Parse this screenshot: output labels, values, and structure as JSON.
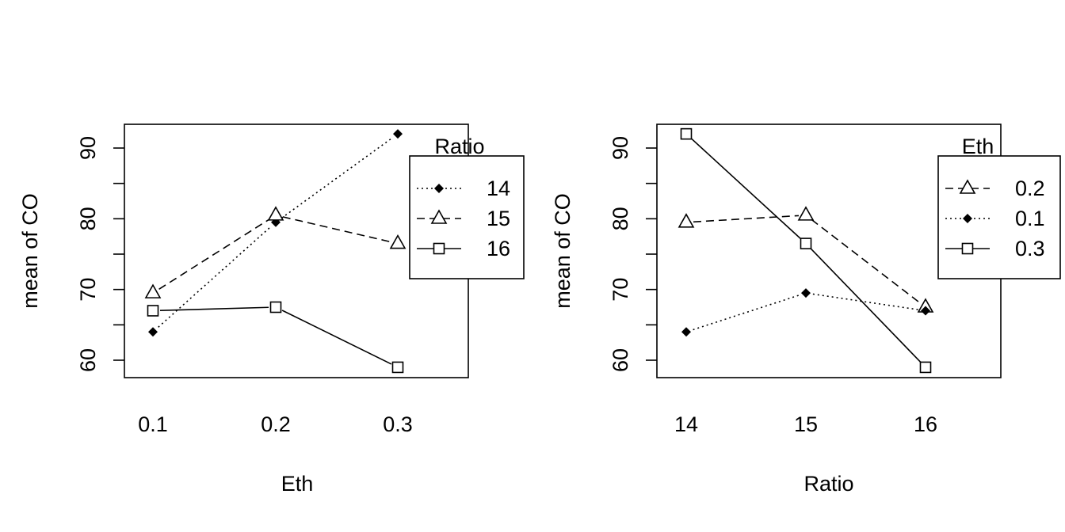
{
  "chart_data": [
    {
      "type": "line",
      "title": "",
      "xlabel": "Eth",
      "ylabel": "mean of  CO",
      "categories": [
        "0.1",
        "0.2",
        "0.3"
      ],
      "ylim": [
        57.5,
        93.5
      ],
      "yticks": [
        60,
        65,
        70,
        75,
        80,
        85,
        90
      ],
      "ytick_labels": [
        "60",
        "70",
        "80",
        "90"
      ],
      "legend": {
        "title": "Ratio",
        "placement": "top-right"
      },
      "series": [
        {
          "name": "14",
          "marker": "diamond",
          "linestyle": "dotted",
          "values": [
            64,
            79.5,
            92
          ]
        },
        {
          "name": "15",
          "marker": "triangle",
          "linestyle": "dashed",
          "values": [
            69.5,
            80.5,
            76.5
          ]
        },
        {
          "name": "16",
          "marker": "square",
          "linestyle": "solid",
          "values": [
            67,
            67.5,
            59
          ]
        }
      ]
    },
    {
      "type": "line",
      "title": "",
      "xlabel": "Ratio",
      "ylabel": "mean of  CO",
      "categories": [
        "14",
        "15",
        "16"
      ],
      "ylim": [
        57.5,
        93.5
      ],
      "yticks": [
        60,
        65,
        70,
        75,
        80,
        85,
        90
      ],
      "ytick_labels": [
        "60",
        "70",
        "80",
        "90"
      ],
      "legend": {
        "title": "Eth",
        "placement": "top-right"
      },
      "series": [
        {
          "name": "0.2",
          "marker": "triangle",
          "linestyle": "dashed",
          "values": [
            79.5,
            80.5,
            67.5
          ]
        },
        {
          "name": "0.1",
          "marker": "diamond",
          "linestyle": "dotted",
          "values": [
            64,
            69.5,
            67
          ]
        },
        {
          "name": "0.3",
          "marker": "square",
          "linestyle": "solid",
          "values": [
            92,
            76.5,
            59
          ]
        }
      ]
    }
  ]
}
